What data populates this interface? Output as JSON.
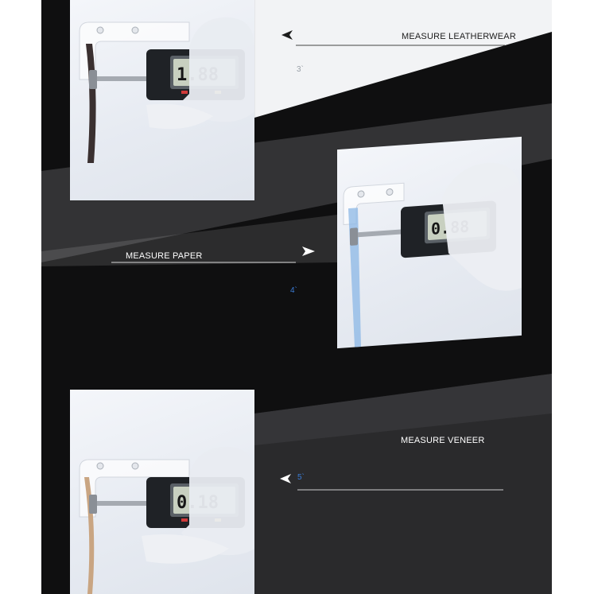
{
  "sections": [
    {
      "caption": "MEASURE LEATHERWEAR",
      "step": "3`",
      "reading": "1.88"
    },
    {
      "caption": "MEASURE PAPER",
      "step": "4`",
      "reading": "0.88"
    },
    {
      "caption": "MEASURE VENEER",
      "step": "5`",
      "reading": "0.18"
    }
  ],
  "colors": {
    "background": "#0f0f10",
    "step_blue": "#3a7bd5",
    "lcd": "#c8d0c0"
  }
}
